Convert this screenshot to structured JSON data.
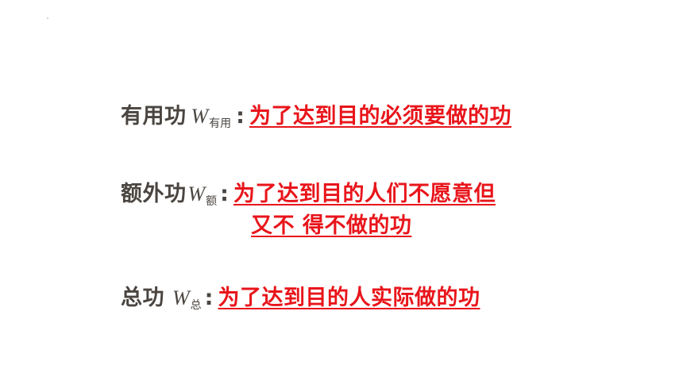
{
  "rows": [
    {
      "term": "有用功",
      "symbol": "W",
      "subscript": "有用",
      "colon": ":",
      "definition": "为了达到目的必须要做的功"
    },
    {
      "term": "额外功",
      "symbol": "W",
      "subscript": "额",
      "colon": ":",
      "definition": "为了达到目的人们不愿意但",
      "definition_line2": "又不 得不做的功"
    },
    {
      "term": "总功",
      "symbol": "W",
      "subscript": "总",
      "colon": ":",
      "definition": "为了达到目的人实际做的功"
    }
  ],
  "colors": {
    "term": "#4a4540",
    "definition": "#e8151b"
  }
}
